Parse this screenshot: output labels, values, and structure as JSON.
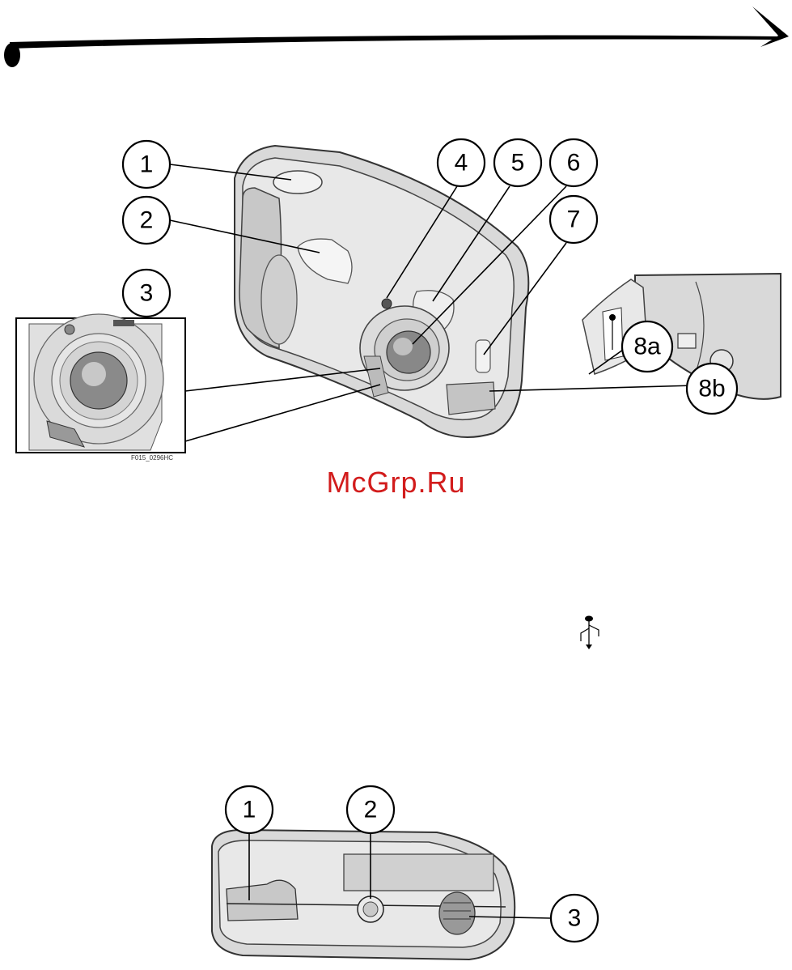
{
  "header": {
    "arrow_icon": "header-arrow-icon"
  },
  "front_view": {
    "callouts": [
      "1",
      "2",
      "3",
      "4",
      "5",
      "6",
      "7",
      "8a",
      "8b"
    ]
  },
  "inset_code": "F015_0296HC",
  "watermark": "McGrp.Ru",
  "usb_symbol_icon": "usb-icon",
  "bottom_view": {
    "callouts": [
      "1",
      "2",
      "3"
    ]
  },
  "colors": {
    "watermark": "#d21c1c",
    "line": "#000000",
    "body": "#d9d9d9"
  }
}
